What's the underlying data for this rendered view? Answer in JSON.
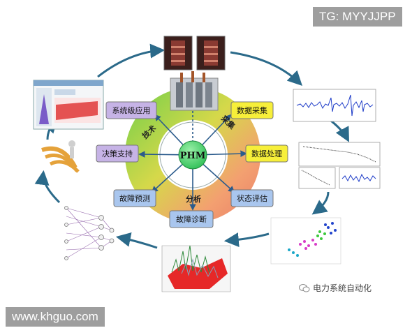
{
  "center": {
    "label": "PHM"
  },
  "ring_labels": {
    "top_left": "技术",
    "top_right": "采集",
    "bottom": "分析"
  },
  "stages": [
    {
      "id": "data-acquisition",
      "label": "数据采集"
    },
    {
      "id": "data-processing",
      "label": "数据处理"
    },
    {
      "id": "state-assessment",
      "label": "状态评估"
    },
    {
      "id": "fault-diagnosis",
      "label": "故障诊断"
    },
    {
      "id": "fault-prediction",
      "label": "故障预测"
    },
    {
      "id": "decision-support",
      "label": "决策支持"
    },
    {
      "id": "system-application",
      "label": "系统级应用"
    }
  ],
  "source": "电力系统自动化",
  "watermarks": {
    "tg": "TG: MYYJJPP",
    "site": "www.khguo.com"
  },
  "colors": {
    "box_fill_yellow": "#f7ef3a",
    "box_fill_blue": "#a9c6ee",
    "box_fill_purple": "#c6b3e6",
    "center_fill": "#44d468",
    "flow_arrow": "#2b6a8a",
    "signal_blue": "#1e3cc8"
  }
}
